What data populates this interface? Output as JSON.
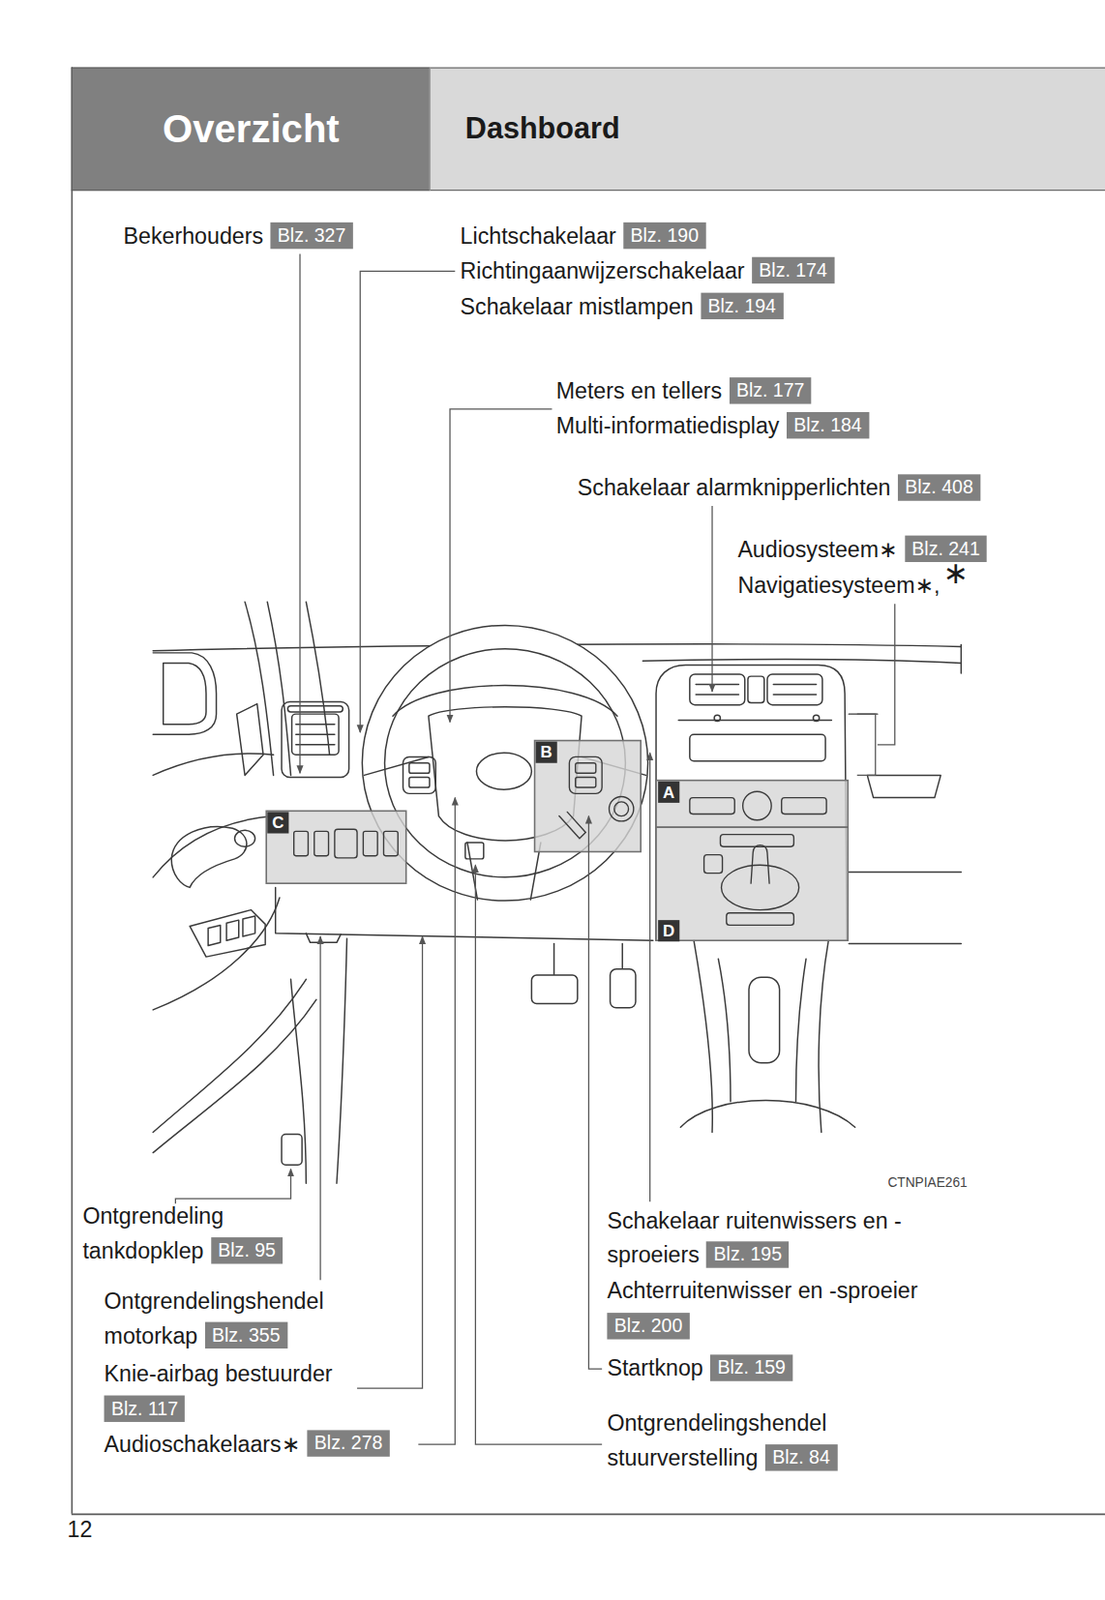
{
  "diagram": {
    "nodes": [
      {
        "text": [
          "Overzicht"
        ]
      },
      {
        "text": [
          "Dashboard"
        ]
      },
      {
        "text": [
          "Blz. 327"
        ]
      },
      {
        "text": [
          "Blz. 190"
        ]
      },
      {
        "text": [
          "Blz. 174"
        ]
      },
      {
        "text": [
          "Blz. 194"
        ]
      },
      {
        "text": [
          "Blz. 177"
        ]
      },
      {
        "text": [
          "Blz. 184"
        ]
      },
      {
        "text": [
          "Blz. 408"
        ]
      },
      {
        "text": [
          "Blz. 241"
        ]
      },
      {
        "text": [
          "Blz. 95"
        ]
      },
      {
        "text": [
          "Blz. 355"
        ]
      },
      {
        "text": [
          "Blz. 117"
        ]
      },
      {
        "text": [
          "Blz. 278"
        ]
      },
      {
        "text": [
          "Blz. 195"
        ]
      },
      {
        "text": [
          "Blz. 200"
        ]
      },
      {
        "text": [
          "Blz. 159"
        ]
      },
      {
        "text": [
          "Blz. 84"
        ]
      },
      {
        "text": [
          "A"
        ]
      },
      {
        "text": [
          "B"
        ]
      },
      {
        "text": [
          "C"
        ]
      },
      {
        "text": [
          "D"
        ]
      }
    ],
    "labels": [
      "Bekerhouders",
      "Lichtschakelaar",
      "Richtingaanwijzerschakelaar",
      "Schakelaar mistlampen",
      "Meters en tellers",
      "Multi-informatiedisplay",
      "Schakelaar alarmknipperlichten",
      "Audiosysteem∗",
      "Navigatiesysteem∗,",
      "∗",
      "Ontgrendeling tankdopklep",
      "Ontgrendelingshendel motorkap",
      "Knie-airbag bestuurder",
      "Audioschakelaars∗",
      "Schakelaar ruitenwissers en -sproeiers",
      "Achterruitenwisser en -sproeier",
      "Startknop",
      "Ontgrendelingshendel stuurverstelling",
      "CTNPIAE261",
      "12"
    ]
  }
}
